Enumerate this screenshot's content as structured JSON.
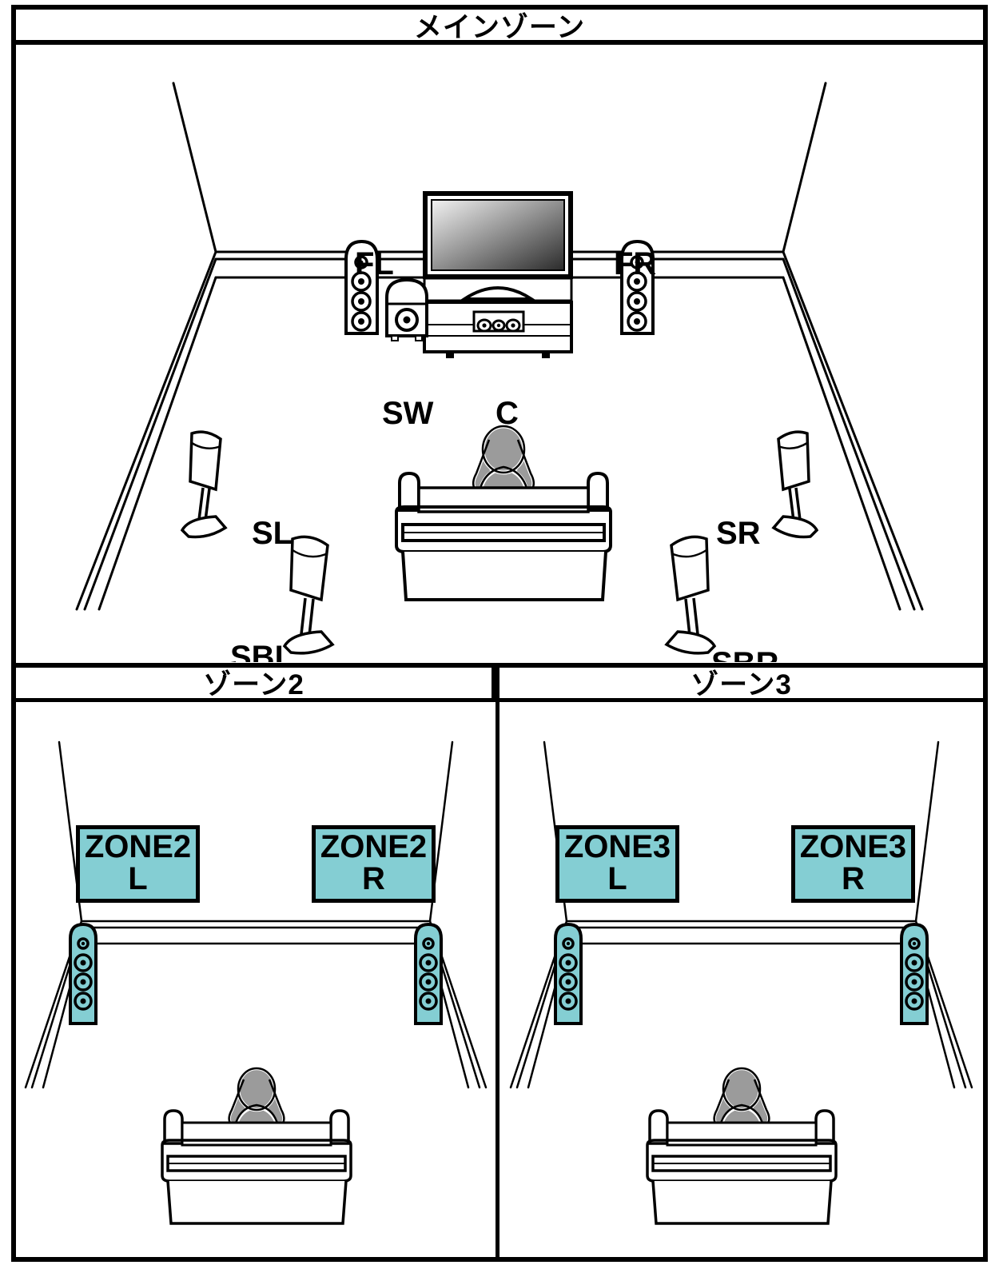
{
  "diagram": {
    "main_zone": {
      "title": "メインゾーン",
      "speaker_labels": [
        {
          "id": "FL",
          "text": "FL"
        },
        {
          "id": "FR",
          "text": "FR"
        },
        {
          "id": "SW",
          "text": "SW"
        },
        {
          "id": "C",
          "text": "C"
        },
        {
          "id": "SL",
          "text": "SL"
        },
        {
          "id": "SR",
          "text": "SR"
        },
        {
          "id": "SBL",
          "text": "SBL"
        },
        {
          "id": "SBR",
          "text": "SBR"
        }
      ],
      "furniture": [
        "tv",
        "tv-cabinet",
        "center-speaker",
        "subwoofer",
        "sofa",
        "person"
      ]
    },
    "zone2": {
      "title": "ゾーン2",
      "wall_boxes": [
        {
          "id": "zone2-left",
          "line1": "ZONE2",
          "line2": "L"
        },
        {
          "id": "zone2-right",
          "line1": "ZONE2",
          "line2": "R"
        }
      ],
      "furniture": [
        "sofa",
        "person",
        "speaker-left",
        "speaker-right"
      ]
    },
    "zone3": {
      "title": "ゾーン3",
      "wall_boxes": [
        {
          "id": "zone3-left",
          "line1": "ZONE3",
          "line2": "L"
        },
        {
          "id": "zone3-right",
          "line1": "ZONE3",
          "line2": "R"
        }
      ],
      "furniture": [
        "sofa",
        "person",
        "speaker-left",
        "speaker-right"
      ]
    }
  },
  "colors": {
    "zone_accent": "#84ced3",
    "outline": "#000000",
    "person_fill": "#9b9b9b",
    "background": "#ffffff"
  }
}
